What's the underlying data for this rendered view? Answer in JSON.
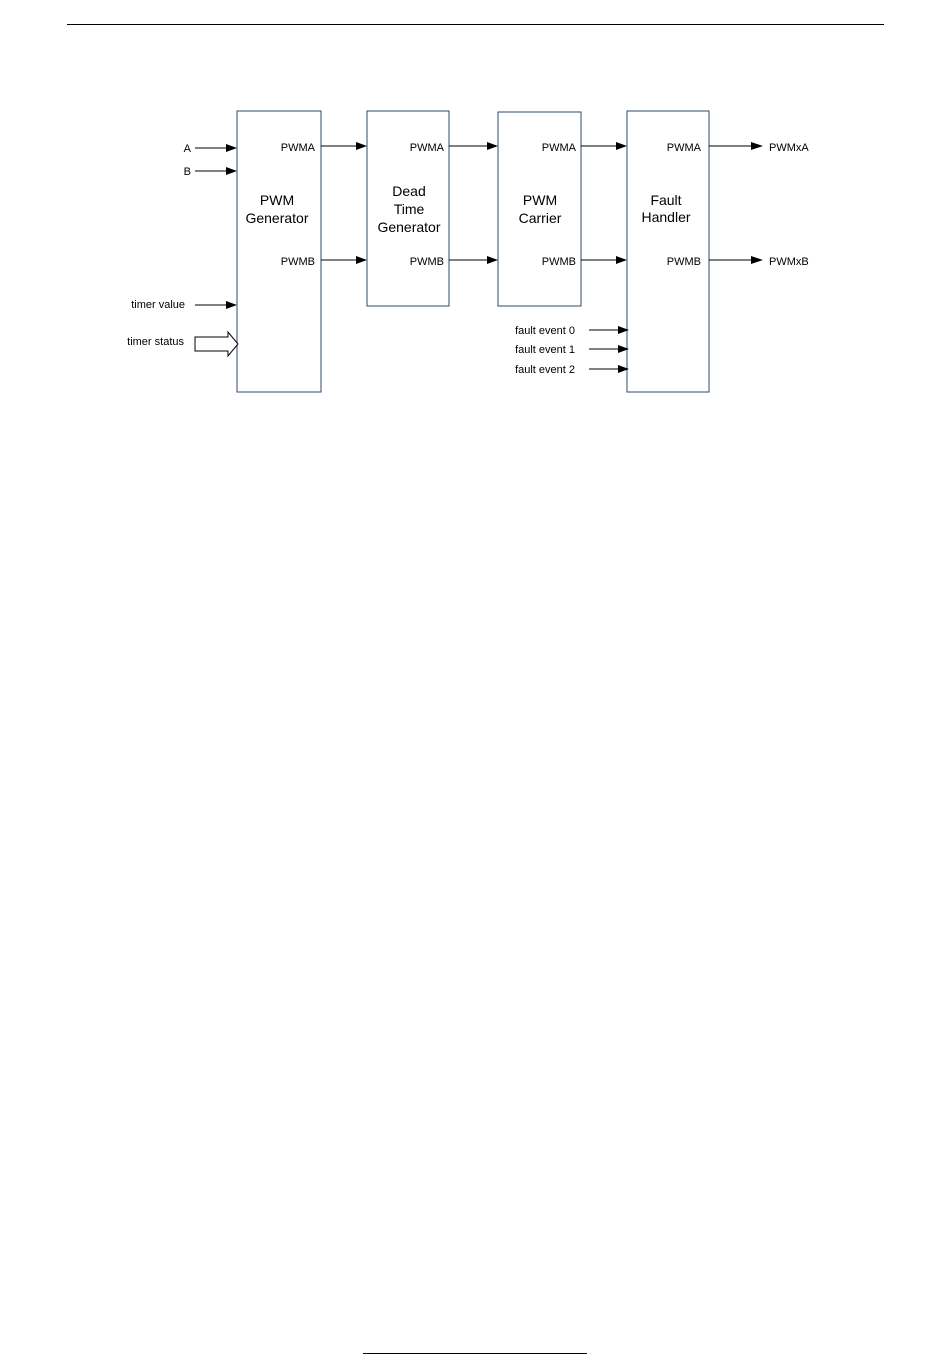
{
  "blocks": {
    "pwm_generator": {
      "line1": "PWM",
      "line2": "Generator",
      "out_a": "PWMA",
      "out_b": "PWMB"
    },
    "dead_time": {
      "line1": "Dead",
      "line2": "Time",
      "line3": "Generator",
      "in_a": "PWMA",
      "in_b": "PWMB"
    },
    "pwm_carrier": {
      "line1": "PWM",
      "line2": "Carrier",
      "in_a": "PWMA",
      "in_b": "PWMB"
    },
    "fault_handler": {
      "line1": "Fault",
      "line2": "Handler",
      "in_a": "PWMA",
      "in_b": "PWMB"
    }
  },
  "inputs": {
    "a": "A",
    "b": "B",
    "timer_value": "timer value",
    "timer_status": "timer status",
    "fault_event_0": "fault event 0",
    "fault_event_1": "fault event 1",
    "fault_event_2": "fault event 2"
  },
  "outputs": {
    "pwmxa": "PWMxA",
    "pwmxb": "PWMxB"
  }
}
